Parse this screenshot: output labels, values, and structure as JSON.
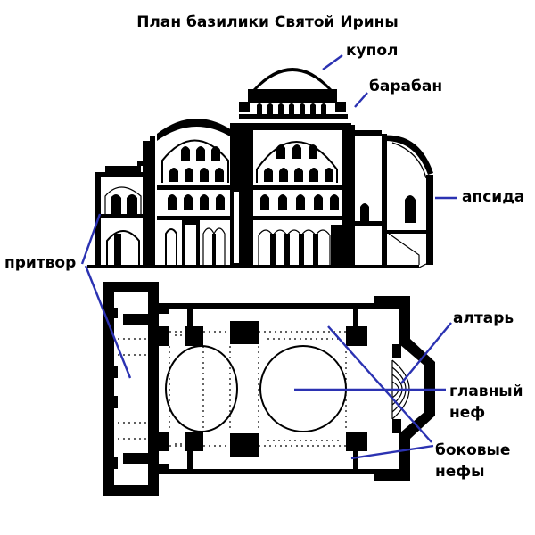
{
  "title": "План базилики Святой Ирины",
  "labels": {
    "dome": "купол",
    "drum": "барабан",
    "apse": "апсида",
    "narthex": "притвор",
    "altar": "алтарь",
    "main_nave_1": "главный",
    "main_nave_2": "неф",
    "side_naves_1": "боковые",
    "side_naves_2": "нефы"
  },
  "colors": {
    "leader": "#2b32b2",
    "ink": "#000000",
    "background": "#ffffff"
  }
}
